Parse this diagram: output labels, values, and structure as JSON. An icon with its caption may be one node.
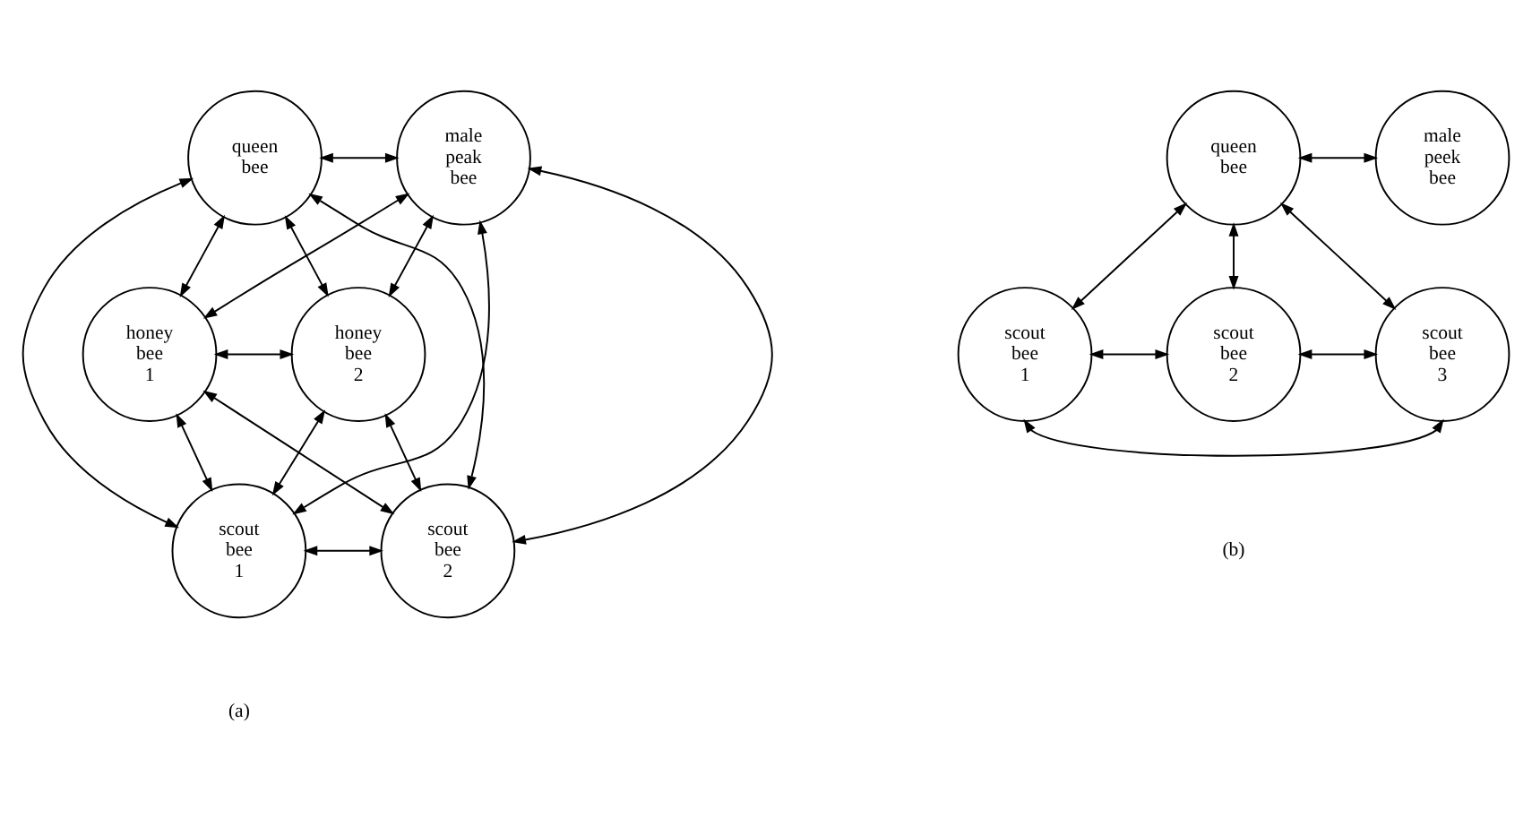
{
  "diagram": {
    "nodes": [
      {
        "text": [
          "queen bee"
        ]
      },
      {
        "text": [
          "male peak bee"
        ]
      },
      {
        "text": [
          "honey bee 1"
        ]
      },
      {
        "text": [
          "honey bee 2"
        ]
      },
      {
        "text": [
          "scout bee 1"
        ]
      },
      {
        "text": [
          "scout bee 2"
        ]
      },
      {
        "text": [
          "queen bee"
        ]
      },
      {
        "text": [
          "male peek bee"
        ]
      },
      {
        "text": [
          "scout bee 1"
        ]
      },
      {
        "text": [
          "scout bee 2"
        ]
      },
      {
        "text": [
          "scout bee 3"
        ]
      }
    ],
    "edges": [
      {
        "from": 0,
        "to": 1,
        "arrow": "both"
      },
      {
        "from": 0,
        "to": 2,
        "arrow": "both"
      },
      {
        "from": 1,
        "to": 3,
        "arrow": "both"
      },
      {
        "from": 0,
        "to": 4,
        "arrow": "both"
      },
      {
        "from": 1,
        "to": 5,
        "arrow": "both"
      },
      {
        "from": 0,
        "to": 3,
        "arrow": "both"
      },
      {
        "from": 0,
        "to": 5,
        "arrow": "both"
      },
      {
        "from": 1,
        "to": 2,
        "arrow": "both"
      },
      {
        "from": 1,
        "to": 4,
        "arrow": "both"
      },
      {
        "from": 2,
        "to": 3,
        "arrow": "both"
      },
      {
        "from": 2,
        "to": 4,
        "arrow": "both"
      },
      {
        "from": 3,
        "to": 5,
        "arrow": "both"
      },
      {
        "from": 2,
        "to": 5,
        "arrow": "both"
      },
      {
        "from": 3,
        "to": 4,
        "arrow": "both"
      },
      {
        "from": 4,
        "to": 5,
        "arrow": "both"
      },
      {
        "from": 6,
        "to": 7,
        "arrow": "both"
      },
      {
        "from": 6,
        "to": 8,
        "arrow": "both"
      },
      {
        "from": 6,
        "to": 9,
        "arrow": "both"
      },
      {
        "from": 6,
        "to": 10,
        "arrow": "both"
      },
      {
        "from": 8,
        "to": 9,
        "arrow": "both"
      },
      {
        "from": 9,
        "to": 10,
        "arrow": "both"
      },
      {
        "from": 8,
        "to": 10,
        "arrow": "both"
      }
    ],
    "labels": [
      "(a)",
      "(b)"
    ]
  }
}
